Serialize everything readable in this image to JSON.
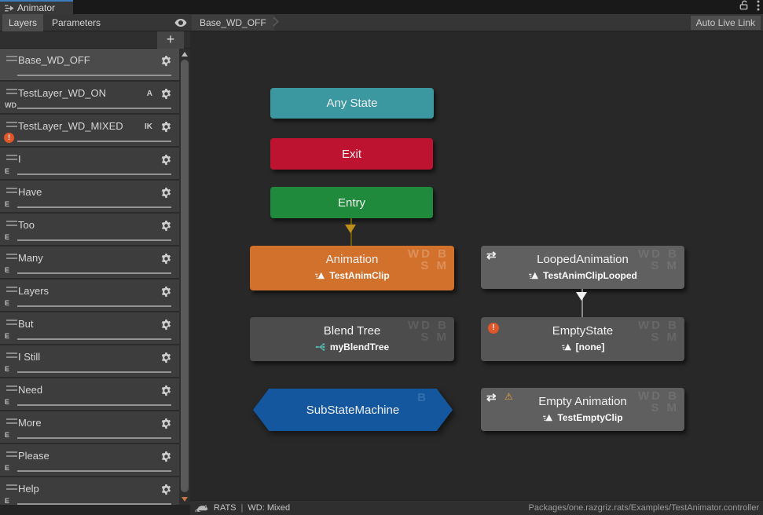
{
  "window": {
    "tab_title": "Animator",
    "menu_icon": "kebab-menu",
    "lock_icon": "unlock"
  },
  "toolbar": {
    "tabs": [
      {
        "label": "Layers",
        "selected": true
      },
      {
        "label": "Parameters",
        "selected": false
      }
    ],
    "breadcrumb": "Base_WD_OFF",
    "auto_live_link_label": "Auto Live Link",
    "add_layer_label": "+"
  },
  "layers": {
    "items": [
      {
        "name": "Base_WD_OFF",
        "left_badge": "",
        "right_badge": "",
        "selected": true,
        "warning": false
      },
      {
        "name": "TestLayer_WD_ON",
        "left_badge": "WD",
        "right_badge": "A",
        "selected": false,
        "warning": false
      },
      {
        "name": "TestLayer_WD_MIXED",
        "left_badge": "!",
        "right_badge": "IK",
        "selected": false,
        "warning": true
      },
      {
        "name": "I",
        "left_badge": "E",
        "right_badge": "",
        "selected": false,
        "warning": false
      },
      {
        "name": "Have",
        "left_badge": "E",
        "right_badge": "",
        "selected": false,
        "warning": false
      },
      {
        "name": "Too",
        "left_badge": "E",
        "right_badge": "",
        "selected": false,
        "warning": false
      },
      {
        "name": "Many",
        "left_badge": "E",
        "right_badge": "",
        "selected": false,
        "warning": false
      },
      {
        "name": "Layers",
        "left_badge": "E",
        "right_badge": "",
        "selected": false,
        "warning": false
      },
      {
        "name": "But",
        "left_badge": "E",
        "right_badge": "",
        "selected": false,
        "warning": false
      },
      {
        "name": "I Still",
        "left_badge": "E",
        "right_badge": "",
        "selected": false,
        "warning": false
      },
      {
        "name": "Need",
        "left_badge": "E",
        "right_badge": "",
        "selected": false,
        "warning": false
      },
      {
        "name": "More",
        "left_badge": "E",
        "right_badge": "",
        "selected": false,
        "warning": false
      },
      {
        "name": "Please",
        "left_badge": "E",
        "right_badge": "",
        "selected": false,
        "warning": false
      },
      {
        "name": "Help",
        "left_badge": "E",
        "right_badge": "",
        "selected": false,
        "warning": false
      }
    ]
  },
  "canvas": {
    "flag_overlay": {
      "line1": "WD B",
      "line2": "S M"
    },
    "nodes": {
      "any_state": {
        "label": "Any State",
        "color": "#3b98a0"
      },
      "exit": {
        "label": "Exit",
        "color": "#be1231"
      },
      "entry": {
        "label": "Entry",
        "color": "#1f8a3b"
      },
      "animation": {
        "title": "Animation",
        "clip": "TestAnimClip",
        "color": "#d2712c"
      },
      "looped_animation": {
        "title": "LoopedAnimation",
        "clip": "TestAnimClipLooped",
        "color": "#606060",
        "loop_icon": "⇄"
      },
      "blend_tree": {
        "title": "Blend Tree",
        "clip": "myBlendTree",
        "color": "#4c4c4c"
      },
      "empty_state": {
        "title": "EmptyState",
        "clip": "[none]",
        "color": "#565656",
        "error_badge": "!"
      },
      "sub_state_machine": {
        "label": "SubStateMachine",
        "color": "#14579f",
        "flag": "B"
      },
      "empty_animation": {
        "title": "Empty Animation",
        "clip": "TestEmptyClip",
        "color": "#5f5f5f",
        "loop_icon": "⇄",
        "warning_icon": "⚠"
      }
    },
    "transition_colors": {
      "entry_line": "#6f5a08",
      "entry_head": "#be8f1a",
      "normal_line": "#8a8a8a",
      "normal_head": "#f0f0f0"
    }
  },
  "status_bar": {
    "brand": "RATS",
    "divider": "|",
    "wd_status": "WD: Mixed",
    "asset_path": "Packages/one.razgriz.rats/Examples/TestAnimator.controller"
  },
  "colors": {
    "accent_tab": "#3e7cc1",
    "warning_orange": "#e2572a",
    "warning_yellow": "#e8a33d",
    "selected_row": "#4b4b4b"
  }
}
